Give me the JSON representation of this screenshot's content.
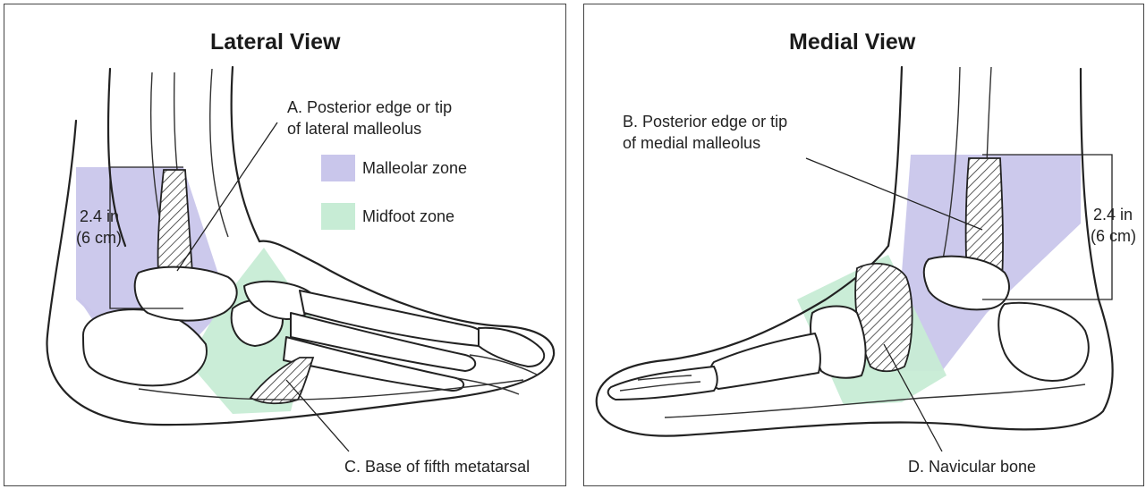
{
  "colors": {
    "malleolar_zone": "#c9c6eb",
    "midfoot_zone": "#c7ecd5",
    "outline": "#222222",
    "hatch": "#333333"
  },
  "lateral": {
    "title": "Lateral View",
    "label_a_line1": "A. Posterior edge or tip",
    "label_a_line2": "of lateral malleolus",
    "legend_malleolar": "Malleolar zone",
    "legend_midfoot": "Midfoot zone",
    "measure_line1": "2.4 in",
    "measure_line2": "(6 cm)",
    "label_c": "C. Base of fifth metatarsal"
  },
  "medial": {
    "title": "Medial View",
    "label_b_line1": "B. Posterior edge or tip",
    "label_b_line2": "of medial malleolus",
    "measure_line1": "2.4 in",
    "measure_line2": "(6 cm)",
    "label_d": "D. Navicular bone"
  }
}
